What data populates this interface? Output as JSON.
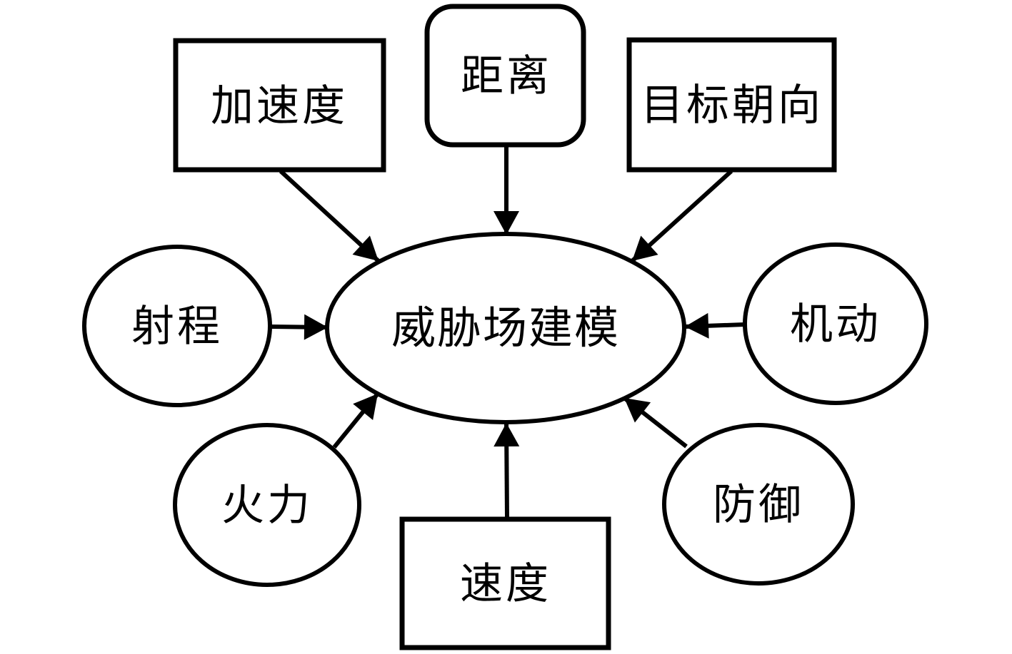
{
  "diagram": {
    "type": "radial-factor-diagram",
    "colors": {
      "stroke": "#000000",
      "fill": "#ffffff",
      "text": "#000000",
      "background": "#ffffff"
    },
    "center_node": {
      "id": "threat-field-modeling",
      "label": "威胁场建模",
      "shape": "ellipse"
    },
    "factor_nodes": [
      {
        "id": "acceleration",
        "label": "加速度",
        "shape": "rectangle",
        "position": "top-left"
      },
      {
        "id": "distance",
        "label": "距离",
        "shape": "rounded-rectangle",
        "position": "top-center"
      },
      {
        "id": "target-heading",
        "label": "目标朝向",
        "shape": "rectangle",
        "position": "top-right"
      },
      {
        "id": "range",
        "label": "射程",
        "shape": "ellipse",
        "position": "middle-left"
      },
      {
        "id": "maneuver",
        "label": "机动",
        "shape": "ellipse",
        "position": "middle-right"
      },
      {
        "id": "firepower",
        "label": "火力",
        "shape": "ellipse",
        "position": "bottom-left"
      },
      {
        "id": "speed",
        "label": "速度",
        "shape": "rectangle",
        "position": "bottom-center"
      },
      {
        "id": "defense",
        "label": "防御",
        "shape": "ellipse",
        "position": "bottom-right"
      }
    ],
    "edges": [
      {
        "from": "acceleration",
        "to": "threat-field-modeling",
        "style": "arrow"
      },
      {
        "from": "distance",
        "to": "threat-field-modeling",
        "style": "arrow"
      },
      {
        "from": "target-heading",
        "to": "threat-field-modeling",
        "style": "arrow"
      },
      {
        "from": "range",
        "to": "threat-field-modeling",
        "style": "arrow"
      },
      {
        "from": "maneuver",
        "to": "threat-field-modeling",
        "style": "arrow"
      },
      {
        "from": "firepower",
        "to": "threat-field-modeling",
        "style": "arrow"
      },
      {
        "from": "speed",
        "to": "threat-field-modeling",
        "style": "arrow"
      },
      {
        "from": "defense",
        "to": "threat-field-modeling",
        "style": "arrow"
      }
    ]
  }
}
